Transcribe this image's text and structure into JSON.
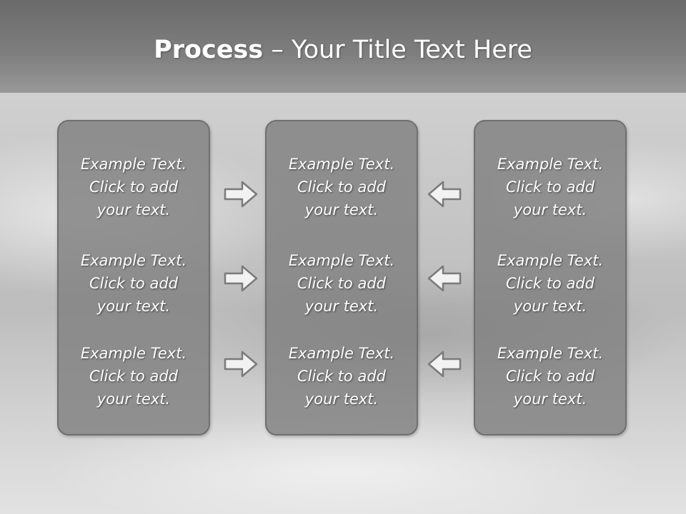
{
  "title": {
    "bold": "Process",
    "separator": " – ",
    "rest": "Your Title Text Here"
  },
  "panels": [
    {
      "items": [
        "Example Text.\nClick  to add\nyour text.",
        "Example Text.\nClick  to add\nyour text.",
        "Example Text.\nClick  to add\nyour text."
      ]
    },
    {
      "items": [
        "Example Text.\nClick  to add\nyour text.",
        "Example Text.\nClick  to add\nyour text.",
        "Example Text.\nClick  to add\nyour text."
      ]
    },
    {
      "items": [
        "Example Text.\nClick  to add\nyour text.",
        "Example Text.\nClick  to add\nyour text.",
        "Example Text.\nClick  to add\nyour text."
      ]
    }
  ],
  "arrows": {
    "left_column": "right",
    "right_column": "left"
  },
  "colors": {
    "panel_fill": "#808080",
    "panel_border": "#6f6f6f",
    "text": "#ffffff",
    "arrow_fill": "#f2f2f2",
    "arrow_stroke": "#7a7a7a"
  }
}
